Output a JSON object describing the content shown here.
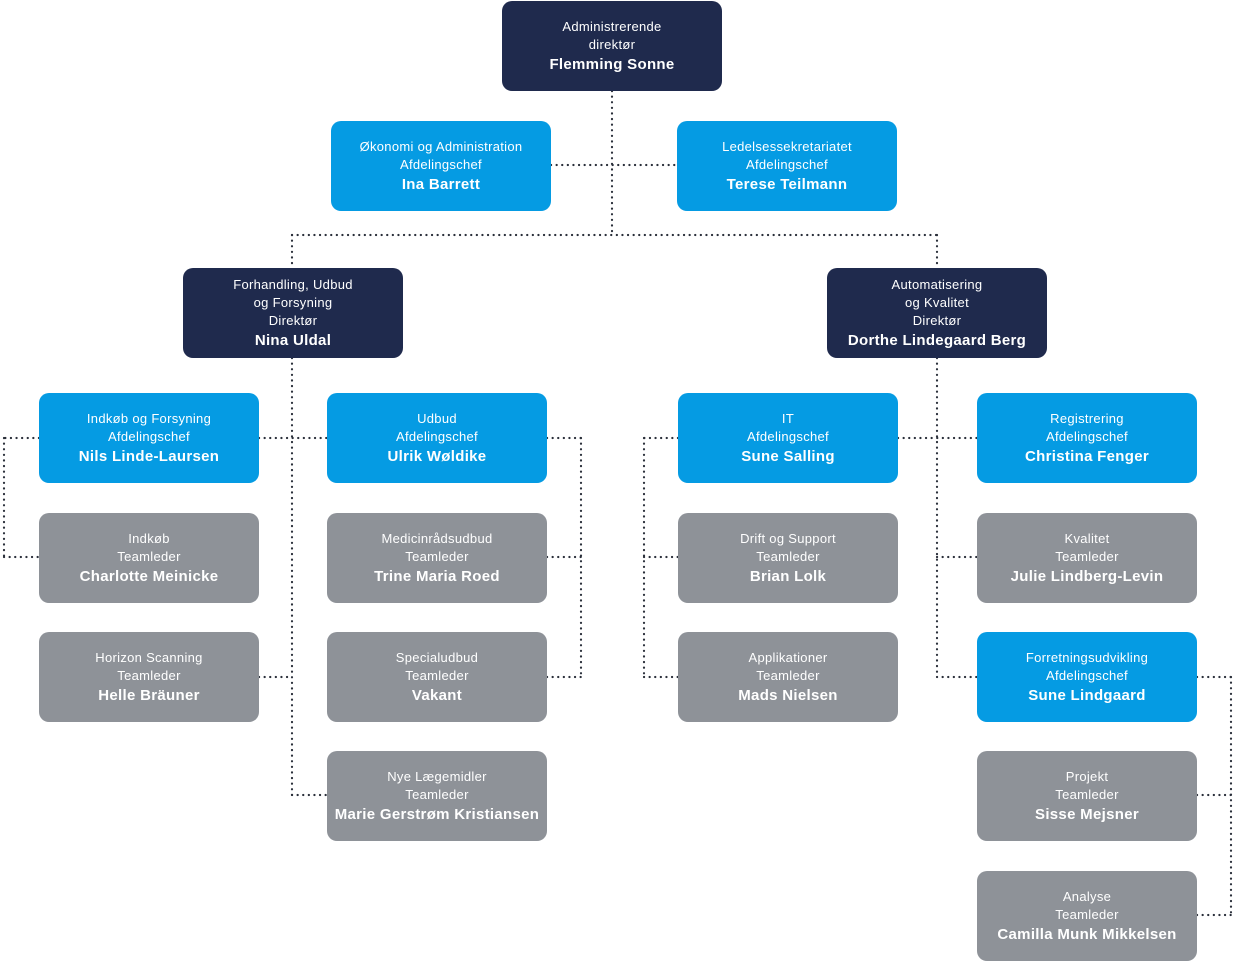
{
  "colors": {
    "dark": "#1f2a4d",
    "blue": "#059be3",
    "gray": "#8e9298",
    "connector": "#2a2f3a"
  },
  "nodes": [
    {
      "id": "ceo",
      "style": "dark",
      "lines": [
        "Administrerende",
        "direktør"
      ],
      "name": "Flemming Sonne"
    },
    {
      "id": "okonomi",
      "style": "blue",
      "lines": [
        "Økonomi og Administration",
        "Afdelingschef"
      ],
      "name": "Ina Barrett"
    },
    {
      "id": "ledelse",
      "style": "blue",
      "lines": [
        "Ledelsessekretariatet",
        "Afdelingschef"
      ],
      "name": "Terese Teilmann"
    },
    {
      "id": "forhandling",
      "style": "dark",
      "lines": [
        "Forhandling, Udbud",
        "og Forsyning",
        "Direktør"
      ],
      "name": "Nina Uldal"
    },
    {
      "id": "automatisering",
      "style": "dark",
      "lines": [
        "Automatisering",
        "og Kvalitet",
        "Direktør"
      ],
      "name": "Dorthe Lindegaard Berg"
    },
    {
      "id": "indkob-forsyning",
      "style": "blue",
      "lines": [
        "Indkøb og Forsyning",
        "Afdelingschef"
      ],
      "name": "Nils Linde-Laursen"
    },
    {
      "id": "udbud",
      "style": "blue",
      "lines": [
        "Udbud",
        "Afdelingschef"
      ],
      "name": "Ulrik Wøldike"
    },
    {
      "id": "it",
      "style": "blue",
      "lines": [
        "IT",
        "Afdelingschef"
      ],
      "name": "Sune Salling"
    },
    {
      "id": "registrering",
      "style": "blue",
      "lines": [
        "Registrering",
        "Afdelingschef"
      ],
      "name": "Christina Fenger"
    },
    {
      "id": "indkob",
      "style": "gray",
      "lines": [
        "Indkøb",
        "Teamleder"
      ],
      "name": "Charlotte Meinicke"
    },
    {
      "id": "horizon",
      "style": "gray",
      "lines": [
        "Horizon Scanning",
        "Teamleder"
      ],
      "name": "Helle Bräuner"
    },
    {
      "id": "medicinraad",
      "style": "gray",
      "lines": [
        "Medicinrådsudbud",
        "Teamleder"
      ],
      "name": "Trine Maria Roed"
    },
    {
      "id": "specialudbud",
      "style": "gray",
      "lines": [
        "Specialudbud",
        "Teamleder"
      ],
      "name": "Vakant"
    },
    {
      "id": "nye-laegemidler",
      "style": "gray",
      "lines": [
        "Nye Lægemidler",
        "Teamleder"
      ],
      "name": "Marie Gerstrøm Kristiansen"
    },
    {
      "id": "drift",
      "style": "gray",
      "lines": [
        "Drift og Support",
        "Teamleder"
      ],
      "name": "Brian Lolk"
    },
    {
      "id": "applikationer",
      "style": "gray",
      "lines": [
        "Applikationer",
        "Teamleder"
      ],
      "name": "Mads Nielsen"
    },
    {
      "id": "kvalitet",
      "style": "gray",
      "lines": [
        "Kvalitet",
        "Teamleder"
      ],
      "name": "Julie Lindberg-Levin"
    },
    {
      "id": "forretning",
      "style": "blue",
      "lines": [
        "Forretningsudvikling",
        "Afdelingschef"
      ],
      "name": "Sune Lindgaard"
    },
    {
      "id": "projekt",
      "style": "gray",
      "lines": [
        "Projekt",
        "Teamleder"
      ],
      "name": "Sisse Mejsner"
    },
    {
      "id": "analyse",
      "style": "gray",
      "lines": [
        "Analyse",
        "Teamleder"
      ],
      "name": "Camilla Munk Mikkelsen"
    }
  ]
}
